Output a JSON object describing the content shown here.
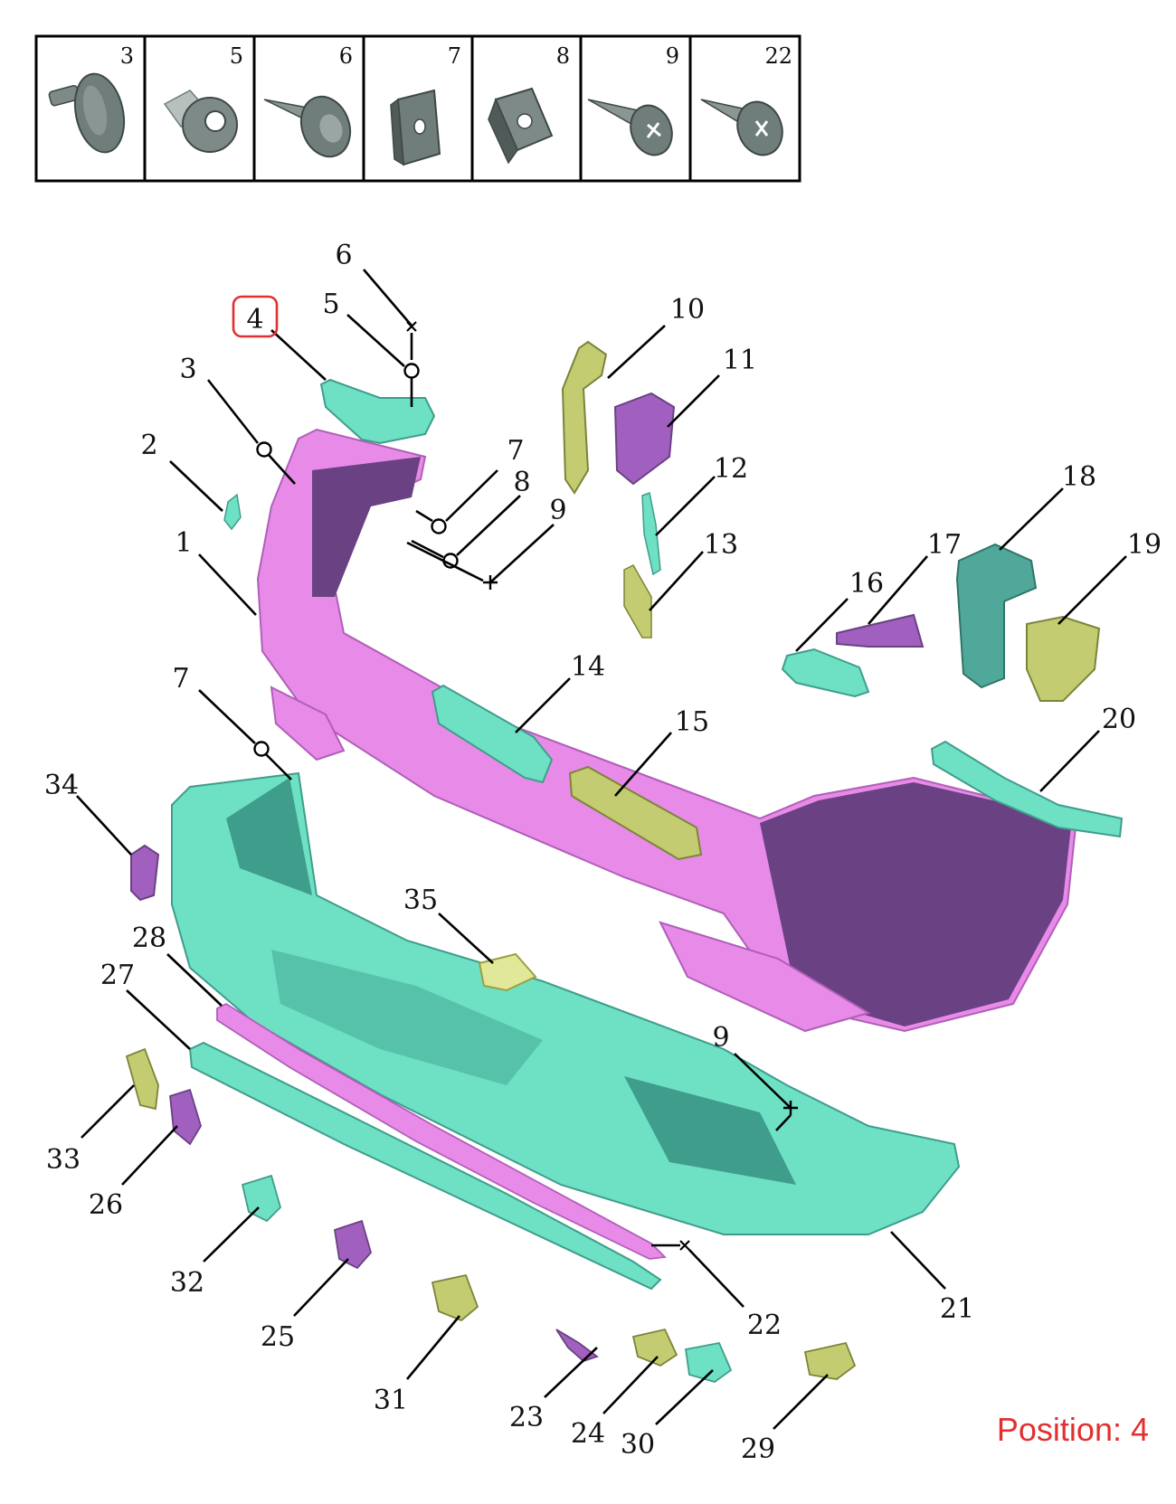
{
  "colors": {
    "pink": "#e88ae8",
    "pink_dark": "#6a4182",
    "teal": "#6ee0c4",
    "teal_dark": "#3f9d8c",
    "olive": "#c4cc72",
    "olive_dark": "#7c8439",
    "hw_gray": "#6f7d7b",
    "hw_dark": "#3e4847",
    "highlight": "#e23030"
  },
  "hardware_table": {
    "cells": [
      {
        "number": "3",
        "icon": "push-rivet-icon"
      },
      {
        "number": "5",
        "icon": "clip-nut-icon"
      },
      {
        "number": "6",
        "icon": "flange-screw-icon"
      },
      {
        "number": "7",
        "icon": "u-clip-icon"
      },
      {
        "number": "8",
        "icon": "square-nut-icon"
      },
      {
        "number": "9",
        "icon": "pan-screw-icon"
      },
      {
        "number": "22",
        "icon": "torx-bolt-icon"
      }
    ]
  },
  "callouts": [
    {
      "id": "c6",
      "text": "6"
    },
    {
      "id": "c5",
      "text": "5"
    },
    {
      "id": "c4",
      "text": "4",
      "highlighted": true
    },
    {
      "id": "c3",
      "text": "3"
    },
    {
      "id": "c2",
      "text": "2"
    },
    {
      "id": "c1",
      "text": "1"
    },
    {
      "id": "c7a",
      "text": "7"
    },
    {
      "id": "c8",
      "text": "8"
    },
    {
      "id": "c9a",
      "text": "9"
    },
    {
      "id": "c10",
      "text": "10"
    },
    {
      "id": "c11",
      "text": "11"
    },
    {
      "id": "c12",
      "text": "12"
    },
    {
      "id": "c13",
      "text": "13"
    },
    {
      "id": "c14",
      "text": "14"
    },
    {
      "id": "c15",
      "text": "15"
    },
    {
      "id": "c16",
      "text": "16"
    },
    {
      "id": "c17",
      "text": "17"
    },
    {
      "id": "c18",
      "text": "18"
    },
    {
      "id": "c19",
      "text": "19"
    },
    {
      "id": "c20",
      "text": "20"
    },
    {
      "id": "c7b",
      "text": "7"
    },
    {
      "id": "c34",
      "text": "34"
    },
    {
      "id": "c35",
      "text": "35"
    },
    {
      "id": "c28",
      "text": "28"
    },
    {
      "id": "c27",
      "text": "27"
    },
    {
      "id": "c9b",
      "text": "9"
    },
    {
      "id": "c33",
      "text": "33"
    },
    {
      "id": "c26",
      "text": "26"
    },
    {
      "id": "c32",
      "text": "32"
    },
    {
      "id": "c25",
      "text": "25"
    },
    {
      "id": "c31",
      "text": "31"
    },
    {
      "id": "c22",
      "text": "22"
    },
    {
      "id": "c21",
      "text": "21"
    },
    {
      "id": "c23",
      "text": "23"
    },
    {
      "id": "c24",
      "text": "24"
    },
    {
      "id": "c30",
      "text": "30"
    },
    {
      "id": "c29",
      "text": "29"
    }
  ],
  "position_label": "Position: 4"
}
